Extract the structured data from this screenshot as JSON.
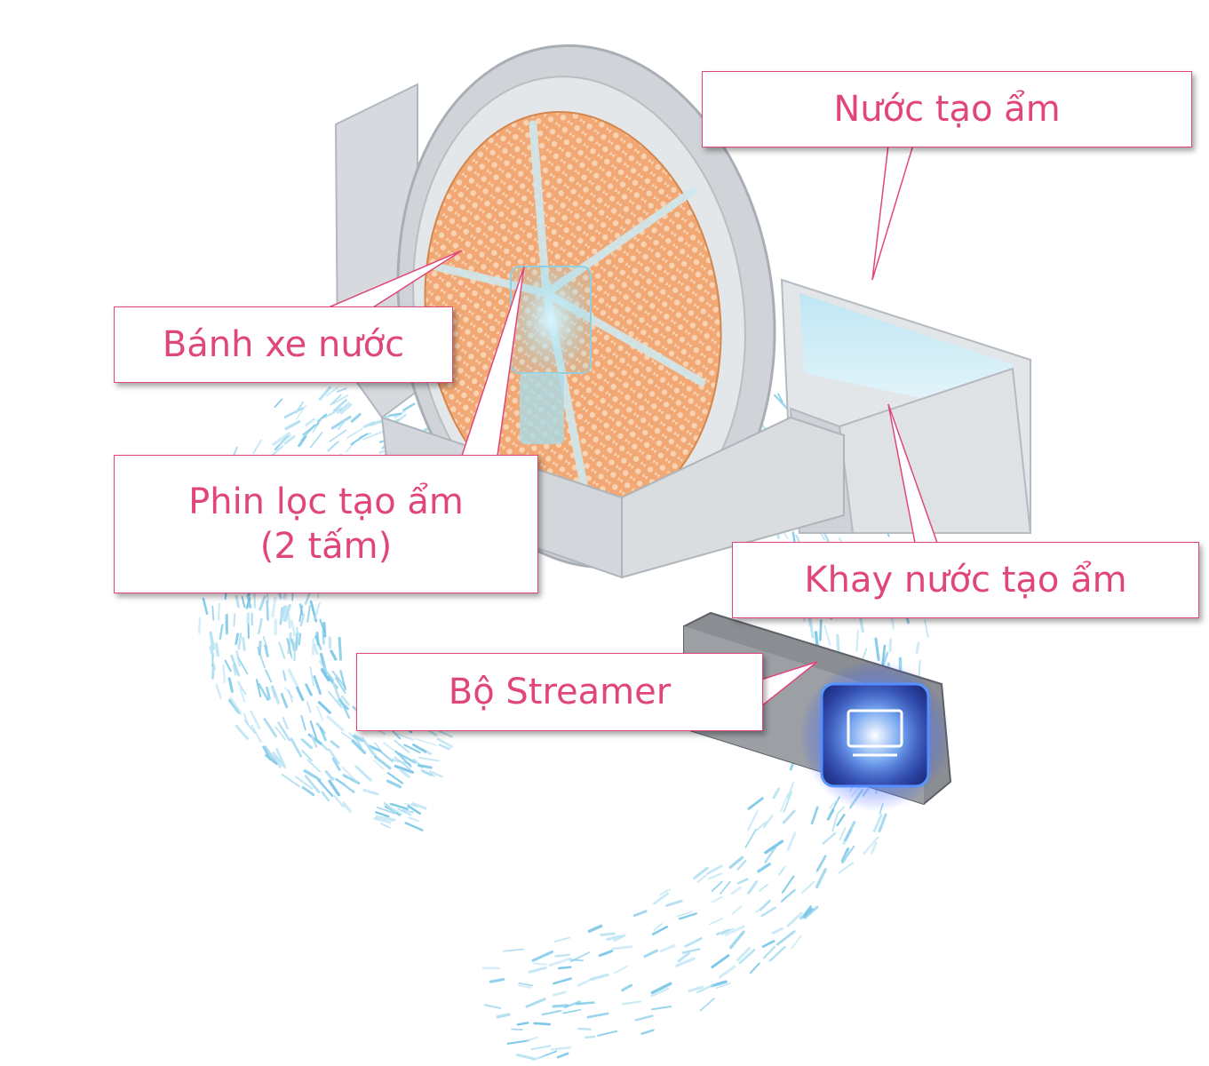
{
  "labels": {
    "humidifying_water": "Nước tạo ẩm",
    "water_wheel": "Bánh xe nước",
    "humidifying_filter_line1": "Phin lọc tạo ẩm",
    "humidifying_filter_line2": "(2 tấm)",
    "humidifying_tray": "Khay nước tạo ẩm",
    "streamer_unit": "Bộ Streamer"
  },
  "colors": {
    "label_accent": "#e0467c",
    "filter_orange": "#e8935a",
    "frame_gray": "#c9cdd2",
    "water_blue": "#7cc8e8",
    "streamer_glow": "#3a7bff"
  }
}
